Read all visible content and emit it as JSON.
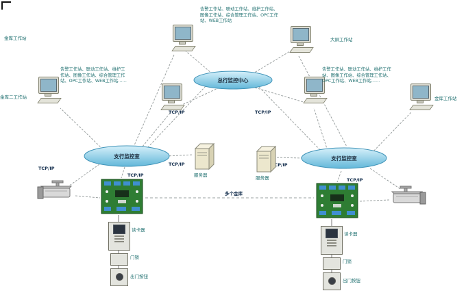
{
  "clouds": {
    "center": {
      "label": "总行监控中心"
    },
    "left": {
      "label": "支行监控室"
    },
    "right": {
      "label": "支行监控室"
    }
  },
  "notes": {
    "top": "告警工作站、联动工作站、维护工作站、图像工作站、综合管理工作站、OPC工作站、WEB工作站",
    "left": "告警工作站、联动工作站、维护工作站、图像工作站、综合管理工作站、OPC工作站、WEB工作站……",
    "right": "告警工作站、联动工作站、维护工作站、图像工作站、综合管理工作站、OPC工作站、WEB工作站……"
  },
  "workstations": {
    "top_left": "金库工作站",
    "top_right": "大屏工作站",
    "far_left": "金库二工作站",
    "far_right": "金库工作站"
  },
  "servers": {
    "left": "服务器",
    "right": "服务器"
  },
  "labels": {
    "tcpip": "TCP/IP",
    "multi_vault": "多个金库"
  },
  "devices": {
    "left": [
      "读卡器",
      "门锁",
      "出门按钮"
    ],
    "right": [
      "读卡器",
      "门锁",
      "出门按钮"
    ]
  },
  "colors": {
    "cloud_top": "#d6f0fa",
    "cloud_bottom": "#62b7d9",
    "board_green": "#2e7d33"
  }
}
